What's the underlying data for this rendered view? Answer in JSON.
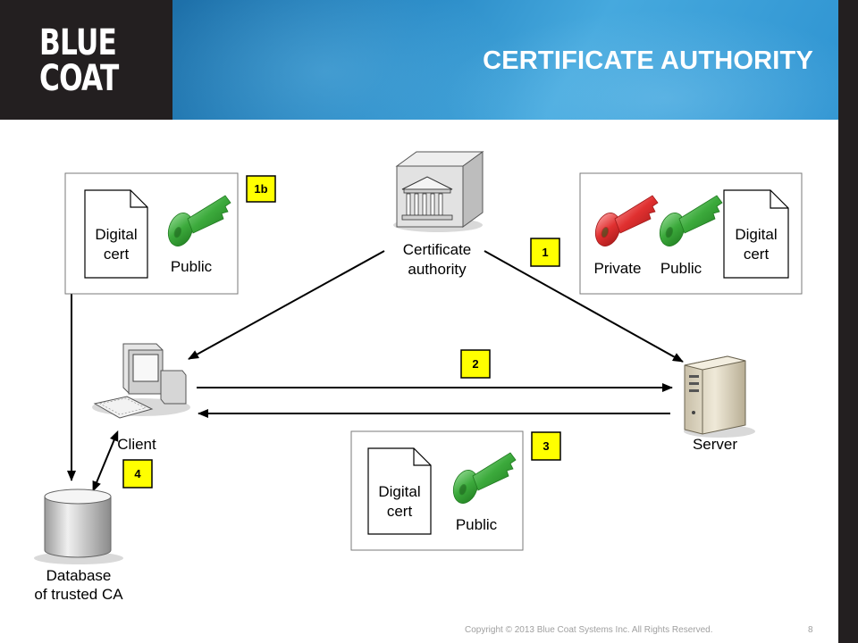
{
  "header": {
    "logo_line1": "BLUE",
    "logo_line2": "COAT",
    "title": "CERTIFICATE AUTHORITY"
  },
  "diagram": {
    "ca_label_line1": "Certificate",
    "ca_label_line2": "authority",
    "client_label": "Client",
    "server_label": "Server",
    "db_label_line1": "Database",
    "db_label_line2": "of trusted CA",
    "badges": {
      "b1b": "1b",
      "b1": "1",
      "b2": "2",
      "b3": "3",
      "b4": "4"
    },
    "box_1b": {
      "doc_line1": "Digital",
      "doc_line2": "cert",
      "key_label": "Public"
    },
    "box_1": {
      "private_label": "Private",
      "public_label": "Public",
      "doc_line1": "Digital",
      "doc_line2": "cert"
    },
    "box_3": {
      "doc_line1": "Digital",
      "doc_line2": "cert",
      "key_label": "Public"
    }
  },
  "colors": {
    "badge": "#ffff00",
    "key_green": "#3caa3c",
    "key_red": "#e03030",
    "header_blue": "#2a8bc7"
  },
  "footer": {
    "copyright": "Copyright © 2013 Blue Coat Systems Inc.  All Rights Reserved.",
    "page_number": "8"
  }
}
